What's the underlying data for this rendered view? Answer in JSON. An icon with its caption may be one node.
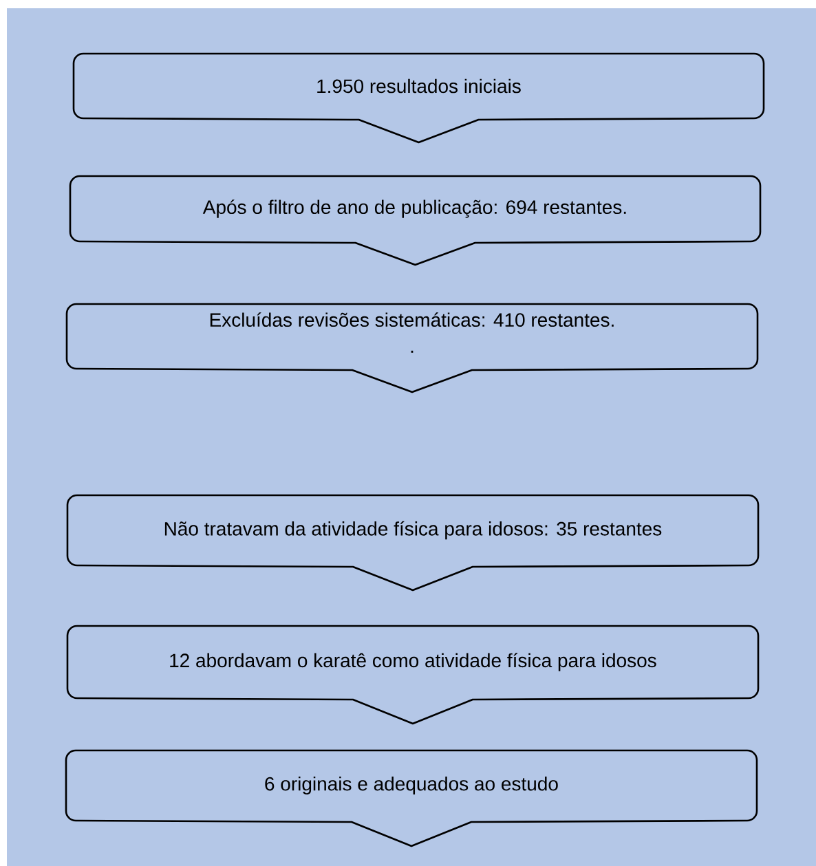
{
  "diagram": {
    "nodes": [
      {
        "text": [
          "1.950 resultados iniciais"
        ]
      },
      {
        "text": [
          "Após o filtro de ano de publicação: 694 restantes."
        ]
      },
      {
        "text": [
          "Excluídas revisões sistemáticas: 410 restantes.",
          "."
        ]
      },
      {
        "text": [
          "Não tratavam da atividade física para idosos: 35 restantes"
        ]
      },
      {
        "text": [
          "12 abordavam o karatê como atividade física para idosos"
        ]
      },
      {
        "text": [
          "6 originais e adequados ao estudo"
        ]
      }
    ],
    "edges": []
  }
}
